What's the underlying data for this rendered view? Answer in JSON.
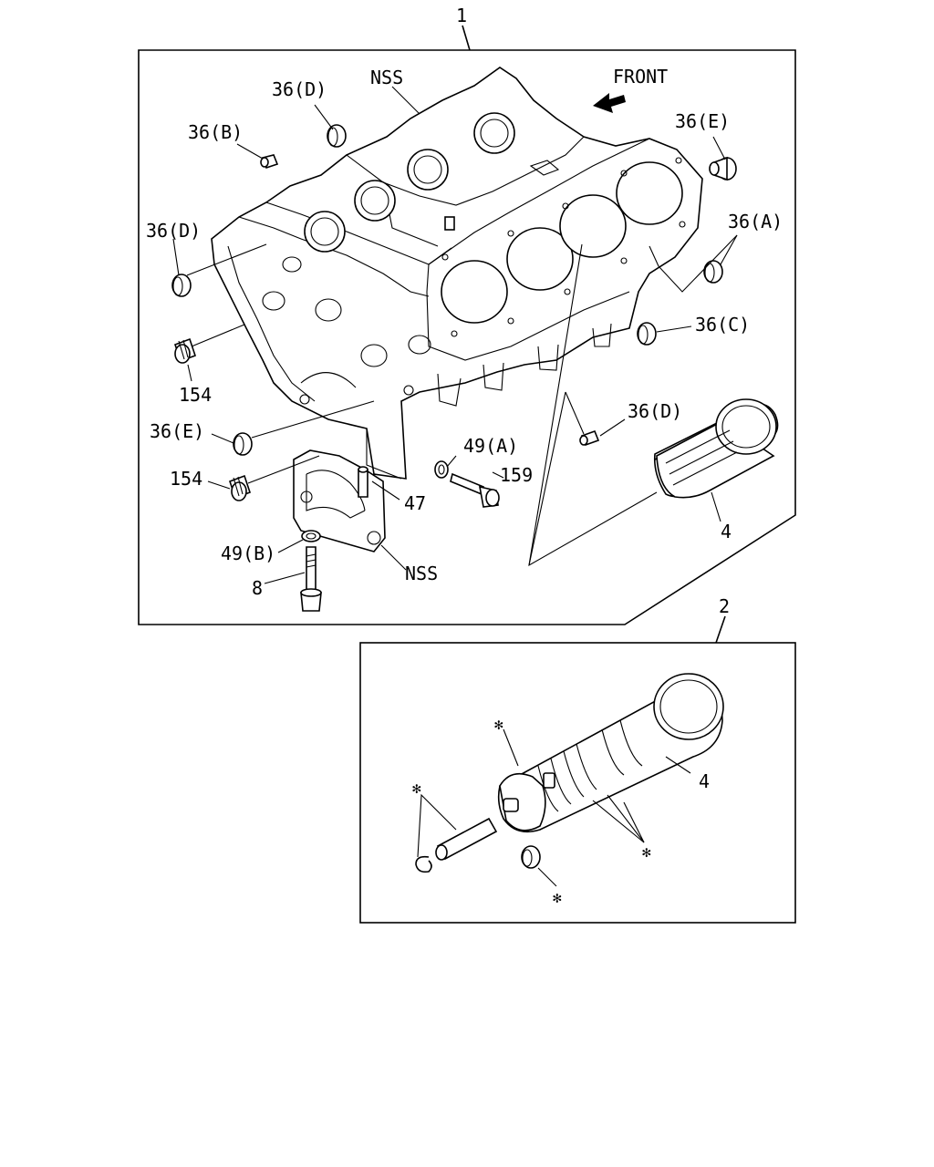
{
  "callouts": {
    "assembly": "1",
    "subassembly": "2"
  },
  "front_label": "FRONT",
  "labels": {
    "nss_top": "NSS",
    "p36d_top": "36(D)",
    "p36b": "36(B)",
    "p36e_right": "36(E)",
    "p36a": "36(A)",
    "p36d_left": "36(D)",
    "p36c": "36(C)",
    "p154_upper": "154",
    "p36d_lower": "36(D)",
    "p36e_left": "36(E)",
    "p49a": "49(A)",
    "p159": "159",
    "p154_lower": "154",
    "p47": "47",
    "p4_upper": "4",
    "p49b": "49(B)",
    "nss_cap": "NSS",
    "p8": "8",
    "p4_lower": "4"
  },
  "asterisk": "✻"
}
